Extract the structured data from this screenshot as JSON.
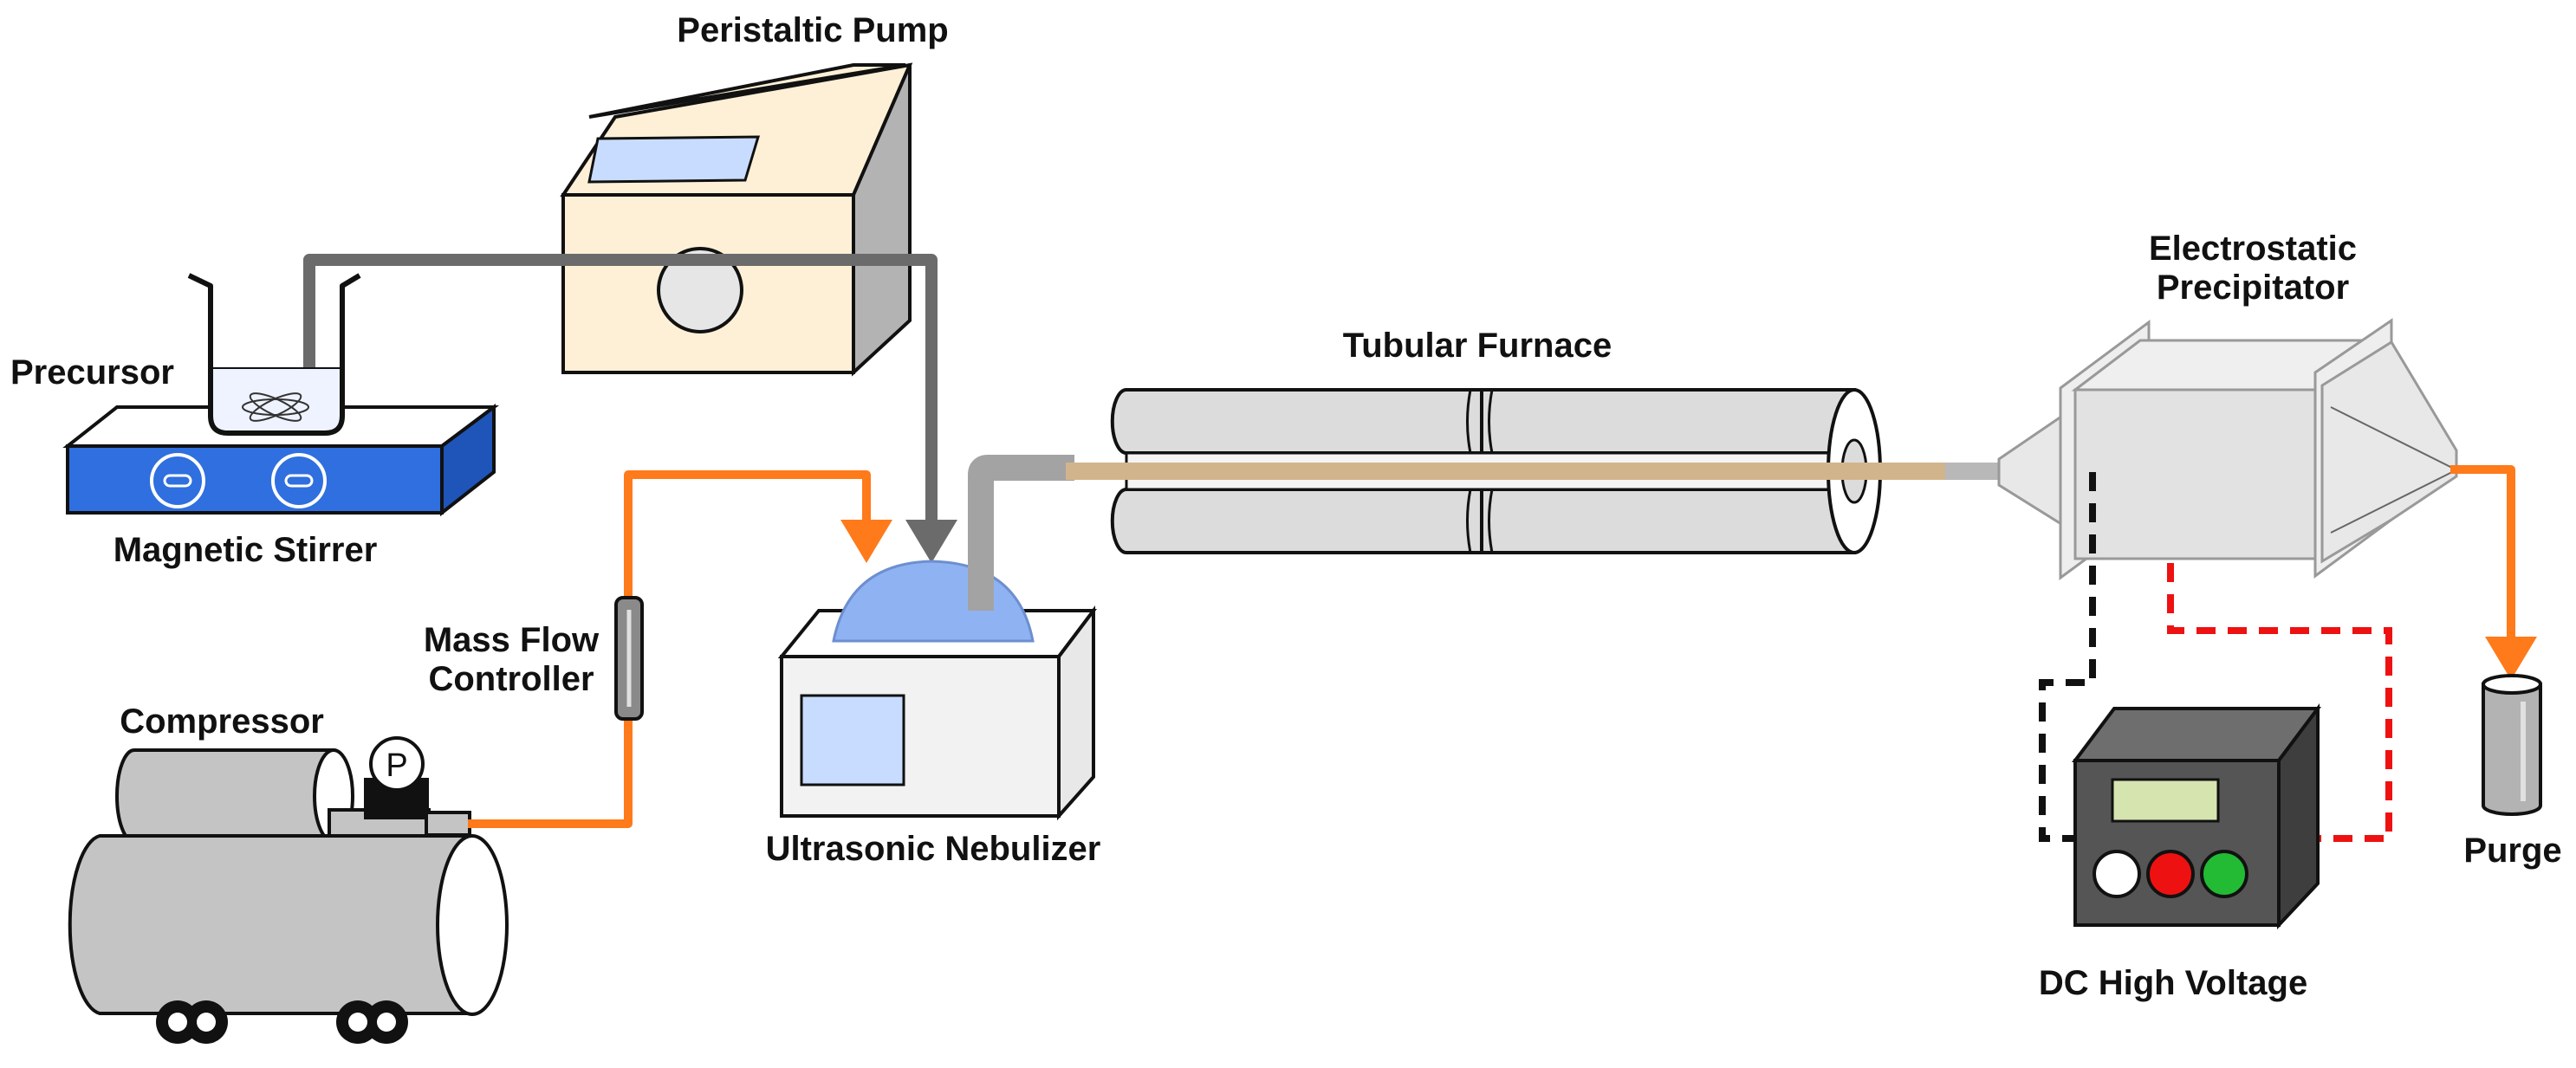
{
  "labels": {
    "peristaltic_pump": "Peristaltic Pump",
    "precursor": "Precursor",
    "magnetic_stirrer": "Magnetic Stirrer",
    "mass_flow_controller_line1": "Mass Flow",
    "mass_flow_controller_line2": "Controller",
    "compressor": "Compressor",
    "pressure_gauge": "P",
    "ultrasonic_nebulizer": "Ultrasonic Nebulizer",
    "tubular_furnace": "Tubular Furnace",
    "electrostatic_precipitator_line1": "Electrostatic",
    "electrostatic_precipitator_line2": "Precipitator",
    "dc_high_voltage": "DC High Voltage",
    "purge": "Purge"
  },
  "colors": {
    "gas_line": "#ff7a1a",
    "liquid_line": "#6b6b6b",
    "negative_wire": "#111111",
    "positive_wire": "#ee1111",
    "stirrer_blue": "#2f6fdf",
    "pump_body": "#fdf0d6",
    "screen_blue": "#c8dcff",
    "furnace_gray": "#dcdcdc",
    "furnace_tube": "#d2b48c",
    "psu_body": "#555555",
    "psu_display": "#d6e4b0",
    "button_white": "#ffffff",
    "button_red": "#ee1111",
    "button_green": "#22bb33"
  }
}
